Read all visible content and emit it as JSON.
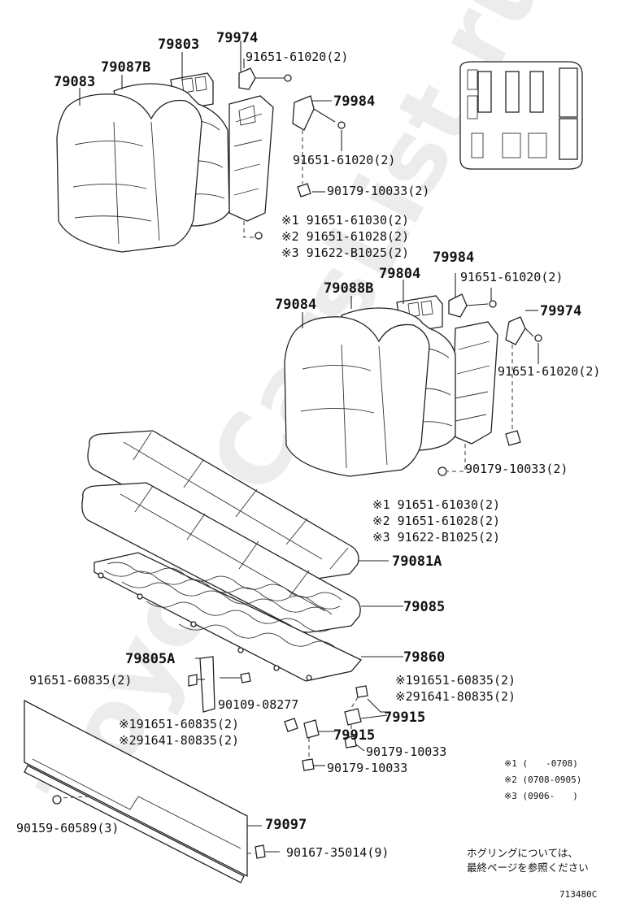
{
  "diagram": {
    "labels": {
      "p79803": "79803",
      "p79974_a": "79974",
      "p91651_61020_a": "91651-61020(2)",
      "p79087b": "79087B",
      "p79083": "79083",
      "p79984_a": "79984",
      "p91651_61020_b": "91651-61020(2)",
      "p90179_10033_a": "90179-10033(2)",
      "n1_a": "※1 91651-61030(2)",
      "n2_a": "※2 91651-61028(2)",
      "n3_a": "※3 91622-B1025(2)",
      "p79804": "79804",
      "p79984_b": "79984",
      "p91651_61020_c": "91651-61020(2)",
      "p79088b": "79088B",
      "p79084": "79084",
      "p79974_b": "79974",
      "p91651_61020_d": "91651-61020(2)",
      "p90179_10033_b": "90179-10033(2)",
      "n1_b": "※1 91651-61030(2)",
      "n2_b": "※2 91651-61028(2)",
      "n3_b": "※3 91622-B1025(2)",
      "p79081a": "79081A",
      "p79085": "79085",
      "p79805a": "79805A",
      "p79860": "79860",
      "p91651_60835": "91651-60835(2)",
      "p90109_08277": "90109-08277",
      "n1_c": "※191651-60835(2)",
      "n2_c": "※291641-80835(2)",
      "p79915_a": "79915",
      "n1_d": "※191651-60835(2)",
      "n2_d": "※291641-80835(2)",
      "p79915_b": "79915",
      "p90179_10033_c": "90179-10033",
      "p90179_10033_d": "90179-10033",
      "p79097": "79097",
      "p90159_60589": "90159-60589(3)",
      "p90167_35014": "90167-35014(9)"
    },
    "legend": {
      "l1": "※1 (　　-0708)",
      "l2": "※2 (0708-0905)",
      "l3": "※3 (0906-　　)"
    },
    "note_line1": "ホグリングについては、",
    "note_line2": "最終ページを参照ください",
    "figure_code": "713480C",
    "watermark": "ToyotaCarsList.ru"
  }
}
